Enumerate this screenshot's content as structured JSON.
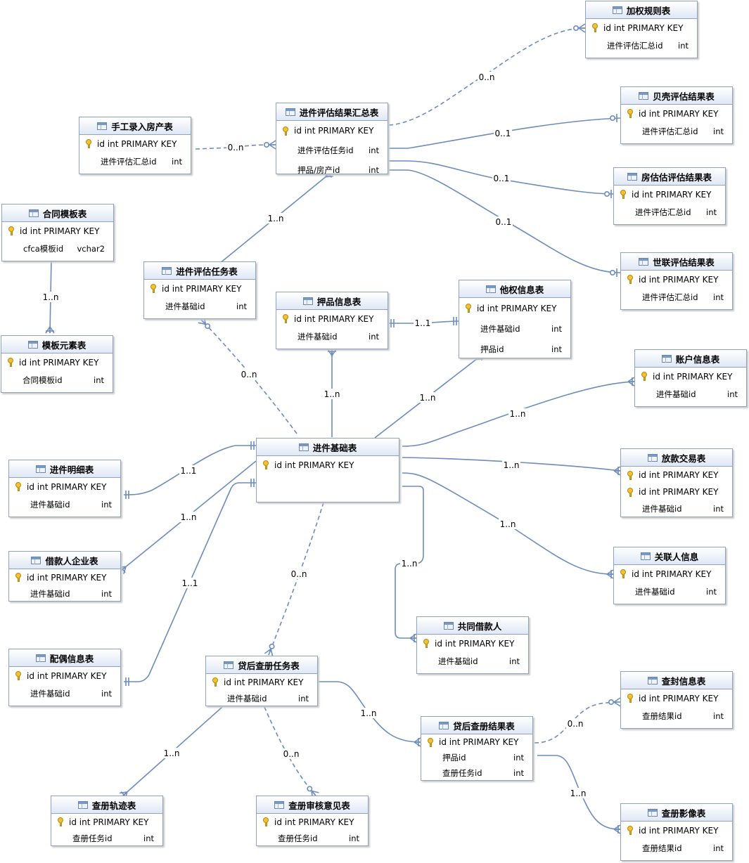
{
  "tables": [
    {
      "id": "jiaquan",
      "title": "加权规则表",
      "rows": [
        {
          "pk": true,
          "text": "id int PRIMARY KEY"
        },
        {
          "name": "进件评估汇总id",
          "type": "int"
        }
      ]
    },
    {
      "id": "huizong",
      "title": "进件评估结果汇总表",
      "rows": [
        {
          "pk": true,
          "text": "id int PRIMARY KEY"
        },
        {
          "name": "进件评估任务id",
          "type": "int"
        },
        {
          "name": "押品/房产id",
          "type": "int"
        }
      ]
    },
    {
      "id": "beike",
      "title": "贝壳评估结果表",
      "rows": [
        {
          "pk": true,
          "text": "id int PRIMARY KEY"
        },
        {
          "name": "进件评估汇总id",
          "type": "int"
        }
      ]
    },
    {
      "id": "shougong",
      "title": "手工录入房产表",
      "rows": [
        {
          "pk": true,
          "text": "id int PRIMARY KEY"
        },
        {
          "name": "进件评估汇总id",
          "type": "int"
        }
      ]
    },
    {
      "id": "fanggu",
      "title": "房估估评估结果表",
      "rows": [
        {
          "pk": true,
          "text": "id int PRIMARY KEY"
        },
        {
          "name": "进件评估汇总id",
          "type": "int"
        }
      ]
    },
    {
      "id": "hetong",
      "title": "合同模板表",
      "rows": [
        {
          "pk": true,
          "text": "id int PRIMARY KEY"
        },
        {
          "name": "cfca模板id",
          "type": "vchar2"
        }
      ]
    },
    {
      "id": "shilian",
      "title": "世联评估结果表",
      "rows": [
        {
          "pk": true,
          "text": "id int PRIMARY KEY"
        },
        {
          "name": "进件评估汇总id",
          "type": "int"
        }
      ]
    },
    {
      "id": "renwu",
      "title": "进件评估任务表",
      "rows": [
        {
          "pk": true,
          "text": "id int PRIMARY KEY"
        },
        {
          "name": "进件基础id",
          "type": "int"
        }
      ]
    },
    {
      "id": "yapin",
      "title": "押品信息表",
      "rows": [
        {
          "pk": true,
          "text": "id int PRIMARY KEY"
        },
        {
          "name": "进件基础id",
          "type": "int"
        }
      ]
    },
    {
      "id": "taquan",
      "title": "他权信息表",
      "rows": [
        {
          "pk": true,
          "text": "id int PRIMARY KEY"
        },
        {
          "name": "进件基础id",
          "type": "int"
        },
        {
          "name": "押品id",
          "type": "int"
        }
      ]
    },
    {
      "id": "moban",
      "title": "模板元素表",
      "rows": [
        {
          "pk": true,
          "text": "id int PRIMARY KEY"
        },
        {
          "name": "合同模板id",
          "type": "int"
        }
      ]
    },
    {
      "id": "zhanghu",
      "title": "账户信息表",
      "rows": [
        {
          "pk": true,
          "text": "id int PRIMARY KEY"
        },
        {
          "name": "进件基础id",
          "type": "int"
        }
      ]
    },
    {
      "id": "jichu",
      "title": "进件基础表",
      "rows": [
        {
          "pk": true,
          "text": "id int PRIMARY KEY"
        }
      ]
    },
    {
      "id": "fangkuan",
      "title": "放款交易表",
      "rows": [
        {
          "pk": true,
          "text": "id int PRIMARY KEY"
        },
        {
          "pk": true,
          "text": "id int PRIMARY KEY"
        },
        {
          "name": "进件基础id",
          "type": "int"
        }
      ]
    },
    {
      "id": "mingxi",
      "title": "进件明细表",
      "rows": [
        {
          "pk": true,
          "text": "id int PRIMARY KEY"
        },
        {
          "name": "进件基础id",
          "type": "int"
        }
      ]
    },
    {
      "id": "qiye",
      "title": "借款人企业表",
      "rows": [
        {
          "pk": true,
          "text": "id int PRIMARY KEY"
        },
        {
          "name": "进件基础id",
          "type": "int"
        }
      ]
    },
    {
      "id": "guanlian",
      "title": "关联人信息",
      "rows": [
        {
          "pk": true,
          "text": "id int PRIMARY KEY"
        },
        {
          "name": "进件基础id",
          "type": "int"
        }
      ]
    },
    {
      "id": "gongtong",
      "title": "共同借款人",
      "rows": [
        {
          "pk": true,
          "text": "id int PRIMARY KEY"
        },
        {
          "name": "进件基础id",
          "type": "int"
        }
      ]
    },
    {
      "id": "peiou",
      "title": "配偶信息表",
      "rows": [
        {
          "pk": true,
          "text": "id int PRIMARY KEY"
        },
        {
          "name": "进件基础id",
          "type": "int"
        }
      ]
    },
    {
      "id": "chachou_renwu",
      "title": "贷后查册任务表",
      "rows": [
        {
          "pk": true,
          "text": "id int PRIMARY KEY"
        },
        {
          "name": "进件基础id",
          "type": "int"
        }
      ]
    },
    {
      "id": "chafeng",
      "title": "查封信息表",
      "rows": [
        {
          "pk": true,
          "text": "id int PRIMARY KEY"
        },
        {
          "name": "查册结果id",
          "type": "int"
        }
      ]
    },
    {
      "id": "chachou_jieguo",
      "title": "贷后查册结果表",
      "rows": [
        {
          "pk": true,
          "text": "id int PRIMARY KEY"
        },
        {
          "name": "押品id",
          "type": "int"
        },
        {
          "name": "查册任务id",
          "type": "int"
        }
      ]
    },
    {
      "id": "guiji",
      "title": "查册轨迹表",
      "rows": [
        {
          "pk": true,
          "text": "id int PRIMARY KEY"
        },
        {
          "name": "查册任务id",
          "type": "int"
        }
      ]
    },
    {
      "id": "shenhe",
      "title": "查册审核意见表",
      "rows": [
        {
          "pk": true,
          "text": "id int PRIMARY KEY"
        },
        {
          "name": "查册任务id",
          "type": "int"
        }
      ]
    },
    {
      "id": "yingxiang",
      "title": "查册影像表",
      "rows": [
        {
          "pk": true,
          "text": "id int PRIMARY KEY"
        },
        {
          "name": "查册结果id",
          "type": "int"
        }
      ]
    }
  ],
  "relations": [
    {
      "id": "huizong-jiaquan",
      "label": "0..n",
      "dashed": true
    },
    {
      "id": "huizong-beike",
      "label": "0..1",
      "dashed": false
    },
    {
      "id": "huizong-fanggu",
      "label": "0..1",
      "dashed": false
    },
    {
      "id": "huizong-shilian",
      "label": "0..1",
      "dashed": false
    },
    {
      "id": "shougong-huizong",
      "label": "0..n",
      "dashed": true
    },
    {
      "id": "renwu-huizong",
      "label": "1..n",
      "dashed": false
    },
    {
      "id": "hetong-moban",
      "label": "1..n",
      "dashed": false
    },
    {
      "id": "yapin-taquan",
      "label": "1..1",
      "dashed": false
    },
    {
      "id": "jichu-renwu",
      "label": "0..n",
      "dashed": true
    },
    {
      "id": "jichu-yapin",
      "label": "1..n",
      "dashed": false
    },
    {
      "id": "jichu-taquan",
      "label": "1..n",
      "dashed": false
    },
    {
      "id": "jichu-zhanghu",
      "label": "1..n",
      "dashed": false
    },
    {
      "id": "jichu-fangkuan",
      "label": "1..n",
      "dashed": false
    },
    {
      "id": "jichu-guanlian",
      "label": "1..n",
      "dashed": false
    },
    {
      "id": "jichu-gongtong",
      "label": "1..n",
      "dashed": false
    },
    {
      "id": "jichu-mingxi",
      "label": "1..1",
      "dashed": false
    },
    {
      "id": "jichu-qiye",
      "label": "1..n",
      "dashed": false
    },
    {
      "id": "jichu-peiou",
      "label": "1..1",
      "dashed": false
    },
    {
      "id": "jichu-chachou_renwu",
      "label": "0..n",
      "dashed": true
    },
    {
      "id": "chachou_renwu-chachou_jieguo",
      "label": "1..n",
      "dashed": false
    },
    {
      "id": "chachou_renwu-guiji",
      "label": "1..n",
      "dashed": false
    },
    {
      "id": "chachou_renwu-shenhe",
      "label": "0..n",
      "dashed": true
    },
    {
      "id": "chachou_jieguo-chafeng",
      "label": "0..n",
      "dashed": true
    },
    {
      "id": "chachou_jieguo-yingxiang",
      "label": "1..n",
      "dashed": false
    }
  ],
  "colors": {
    "line": "#6d8bbd",
    "header_top": "#ffffff",
    "header_bottom": "#dfe8f5",
    "border": "#8fa3bd",
    "key": "#f2c230"
  }
}
